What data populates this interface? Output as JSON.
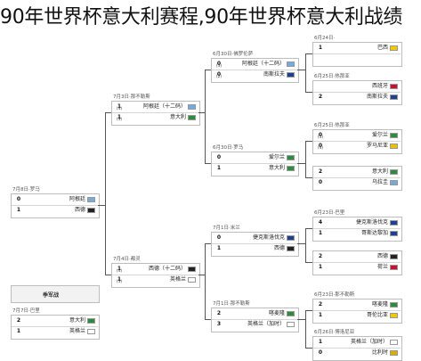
{
  "title": "90年世界杯意大利赛程,90年世界杯意大利战绩",
  "flags": {
    "argentina": "#75aadb",
    "italy": "#2e8b3e",
    "germany": "#222222",
    "england": "#ffffff",
    "ireland": "#2e8b3e",
    "yugoslavia": "#1f3f8f",
    "brazil": "#f2c900",
    "romania": "#e8c100",
    "belgium": "#d8b000",
    "spain": "#c8102e",
    "uruguay": "#75aadb",
    "netherlands": "#c8102e",
    "czechoslovakia": "#1f3f8f",
    "costa_rica": "#1f3f8f",
    "cameroon": "#2e8b3e",
    "colombia": "#f2c900"
  },
  "r16": [
    {
      "header": "6月24日·",
      "teams": [
        {
          "score": "1",
          "name": "巴西",
          "flag": "brazil"
        },
        {
          "score": "",
          "name": "",
          "flag": ""
        }
      ]
    },
    {
      "header": "6月25日·热那亚",
      "teams": [
        {
          "score": "",
          "name": "西班牙",
          "flag": "spain"
        },
        {
          "score": "2",
          "name": "南斯拉夫",
          "flag": "yugoslavia"
        }
      ]
    },
    {
      "header": "6月25日·热那亚",
      "teams": [
        {
          "score": "0",
          "pen": "(5)",
          "name": "爱尔兰",
          "flag": "ireland"
        },
        {
          "score": "0",
          "pen": "(4)",
          "name": "罗马尼亚",
          "flag": "romania"
        }
      ]
    },
    {
      "header": "",
      "teams": [
        {
          "score": "2",
          "name": "意大利",
          "flag": "italy"
        },
        {
          "score": "0",
          "name": "乌拉圭",
          "flag": "uruguay"
        }
      ]
    },
    {
      "header": "6月23日·巴里",
      "teams": [
        {
          "score": "4",
          "name": "捷克斯洛伐克",
          "flag": "czechoslovakia"
        },
        {
          "score": "1",
          "name": "哥斯达黎加",
          "flag": "costa_rica"
        }
      ]
    },
    {
      "header": "",
      "teams": [
        {
          "score": "2",
          "name": "西德",
          "flag": "germany"
        },
        {
          "score": "1",
          "name": "荷兰",
          "flag": "netherlands"
        }
      ]
    },
    {
      "header": "6月23日·那不勒斯",
      "teams": [
        {
          "score": "2",
          "name": "喀麦隆",
          "flag": "cameroon"
        },
        {
          "score": "1",
          "name": "哥伦比亚",
          "flag": "colombia"
        }
      ]
    },
    {
      "header": "6月26日·博洛尼亚",
      "teams": [
        {
          "score": "1",
          "name": "英格兰（加时）",
          "flag": "england"
        },
        {
          "score": "0",
          "name": "比利时",
          "flag": "belgium"
        }
      ]
    }
  ],
  "qf": [
    {
      "header": "6月30日·佛罗伦萨",
      "teams": [
        {
          "score": "0",
          "pen": "(3)",
          "name": "阿根廷（十二码）",
          "flag": "argentina"
        },
        {
          "score": "0",
          "pen": "(2)",
          "name": "南斯拉夫",
          "flag": "yugoslavia"
        }
      ]
    },
    {
      "header": "6月30日·罗马",
      "teams": [
        {
          "score": "0",
          "name": "爱尔兰",
          "flag": "ireland"
        },
        {
          "score": "1",
          "name": "意大利",
          "flag": "italy"
        }
      ]
    },
    {
      "header": "7月1日·米兰",
      "teams": [
        {
          "score": "0",
          "name": "捷克斯洛伐克",
          "flag": "czechoslovakia"
        },
        {
          "score": "1",
          "name": "西德",
          "flag": "germany"
        }
      ]
    },
    {
      "header": "7月1日·那不勒斯",
      "teams": [
        {
          "score": "2",
          "name": "喀麦隆",
          "flag": "cameroon"
        },
        {
          "score": "3",
          "name": "英格兰（加时）",
          "flag": "england"
        }
      ]
    }
  ],
  "sf": [
    {
      "header": "7月3日·那不勒斯",
      "teams": [
        {
          "score": "1",
          "pen": "(4)",
          "name": "阿根廷（十二码）",
          "flag": "argentina"
        },
        {
          "score": "1",
          "pen": "(3)",
          "name": "意大利",
          "flag": "italy"
        }
      ]
    },
    {
      "header": "7月4日·都灵",
      "teams": [
        {
          "score": "1",
          "pen": "(4)",
          "name": "西德（十二码）",
          "flag": "germany"
        },
        {
          "score": "1",
          "pen": "(3)",
          "name": "英格兰",
          "flag": "england"
        }
      ]
    }
  ],
  "final": {
    "header": "7月8日·罗马",
    "teams": [
      {
        "score": "0",
        "name": "阿根廷",
        "flag": "argentina"
      },
      {
        "score": "1",
        "name": "西德",
        "flag": "germany"
      }
    ]
  },
  "third": {
    "label": "季军战",
    "header": "7月7日·巴里",
    "teams": [
      {
        "score": "2",
        "name": "意大利",
        "flag": "italy"
      },
      {
        "score": "1",
        "name": "英格兰",
        "flag": "england"
      }
    ]
  }
}
